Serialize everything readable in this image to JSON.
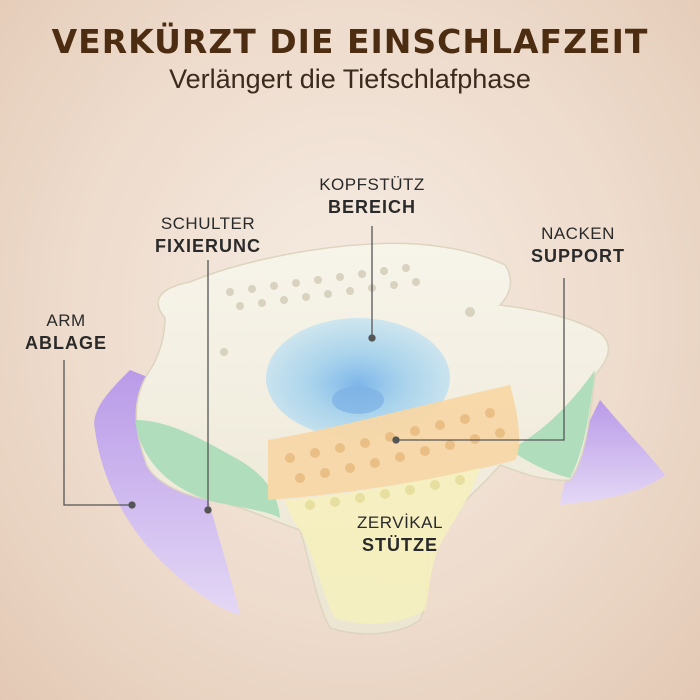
{
  "header": {
    "title": "VERKÜRZT DIE EINSCHLAFZEIT",
    "subtitle": "Verlängert die Tiefschlafphase"
  },
  "labels": {
    "kopf": {
      "line1": "KOPFSTÜTZ",
      "line2": "BEREICH"
    },
    "schulter": {
      "line1": "SCHULTER",
      "line2": "FIXIERUNC"
    },
    "nacken": {
      "line1": "NACKEN",
      "line2": "SUPPORT"
    },
    "arm": {
      "line1": "ARM",
      "line2": "ABLAGE"
    },
    "zervikal": {
      "line1": "ZERVİKAL",
      "line2": "STÜTZE"
    }
  },
  "colors": {
    "title": "#4d2d12",
    "pillow_body": "#f3efe1",
    "head_zone": "#a9d3ec",
    "shoulder_zone": "#a9dcb8",
    "neck_zone": "#f7d7a6",
    "cervical_zone": "#f5efbe",
    "arm_wings": "#c9b3ee"
  }
}
